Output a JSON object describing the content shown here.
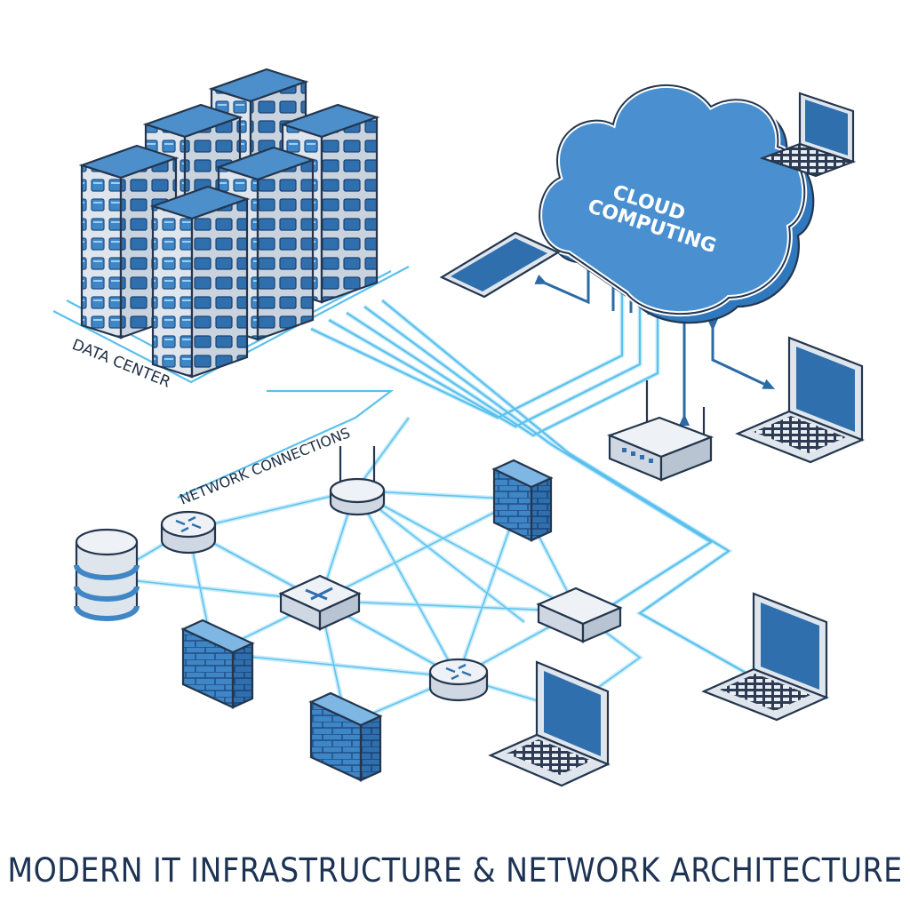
{
  "title": "MODERN IT INFRASTRUCTURE & NETWORK ARCHITECTURE",
  "labels": {
    "data_center": "DATA CENTER",
    "network_connections": "NETWORK CONNECTIONS",
    "cloud_line1": "CLOUD",
    "cloud_line2": "COMPUTING"
  },
  "colors": {
    "primary_blue": "#3f86c6",
    "dark_blue": "#1f4f86",
    "network_line": "#62c3ee",
    "ink": "#24364e",
    "device_gray": "#dfe5ec"
  },
  "icons": [
    "server-rack-icon",
    "cloud-icon",
    "laptop-icon",
    "smartphone-icon",
    "wifi-router-icon",
    "router-icon",
    "network-switch-icon",
    "firewall-icon",
    "database-icon",
    "arrow-icon"
  ]
}
